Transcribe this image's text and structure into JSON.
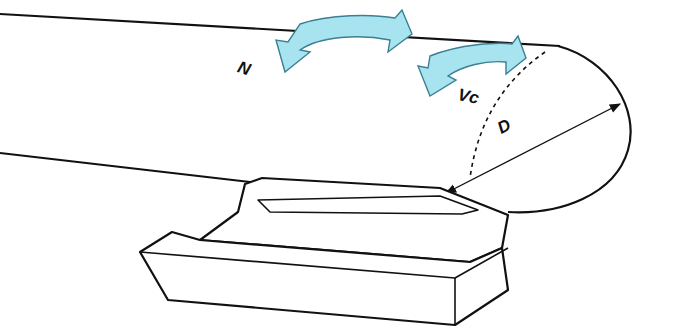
{
  "diagram": {
    "labels": [
      "N",
      "Vc",
      "D"
    ]
  }
}
